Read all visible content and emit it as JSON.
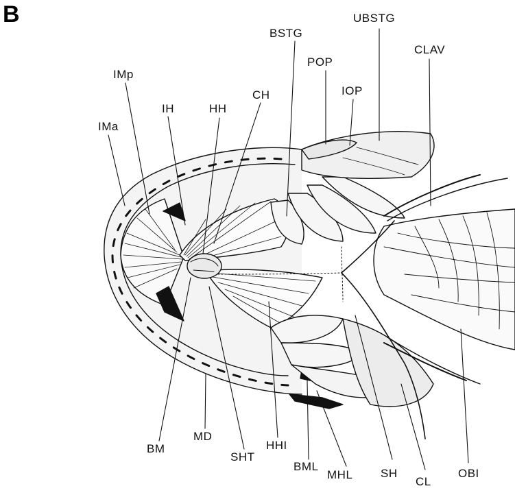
{
  "panel_letter": "B",
  "labels": {
    "IMp": "IMp",
    "IMa": "IMa",
    "IH": "IH",
    "HH": "HH",
    "CH": "CH",
    "BSTG": "BSTG",
    "POP": "POP",
    "IOP": "IOP",
    "UBSTG": "UBSTG",
    "CLAV": "CLAV",
    "BM": "BM",
    "MD": "MD",
    "SHT": "SHT",
    "HHI": "HHI",
    "BML": "BML",
    "MHL": "MHL",
    "SH": "SH",
    "CL": "CL",
    "OBI": "OBI"
  }
}
